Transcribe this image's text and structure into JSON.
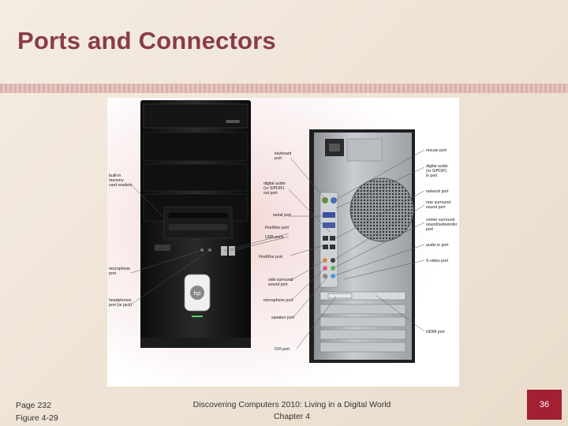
{
  "slide": {
    "title": "Ports and Connectors",
    "page_ref": "Page 232",
    "figure_ref": "Figure 4-29",
    "book": "Discovering Computers 2010: Living in a Digital World",
    "chapter": "Chapter 4",
    "slide_number": "36"
  },
  "figure": {
    "front_labels": {
      "card_readers": [
        "built-in",
        "memory",
        "card readers"
      ],
      "microphone": [
        "microphone",
        "port"
      ],
      "headphones": [
        "headphones",
        "port (or jack)"
      ],
      "firewire": "FireWire port",
      "usb": "USB ports"
    },
    "back_labels": {
      "keyboard": [
        "keyboard",
        "port"
      ],
      "digital_out": [
        "digital audio",
        "(or S/PDIF)",
        "out port"
      ],
      "serial": "serial port",
      "firewire2": "FireWire port",
      "side_surround": [
        "side surround",
        "sound port"
      ],
      "microphone2": "microphone port",
      "speaker": "speaker port",
      "dvi": "DVI port",
      "mouse": "mouse port",
      "digital_in": [
        "digital audio",
        "(or S/PDIF)",
        "in port"
      ],
      "network": "network port",
      "rear_surround": [
        "rear surround",
        "sound port"
      ],
      "center_surround": [
        "center surround",
        "sound/subwoofer",
        "port"
      ],
      "audio_in": "audio in port",
      "svideo": "S-video port",
      "hdmi": "HDMI port"
    }
  }
}
